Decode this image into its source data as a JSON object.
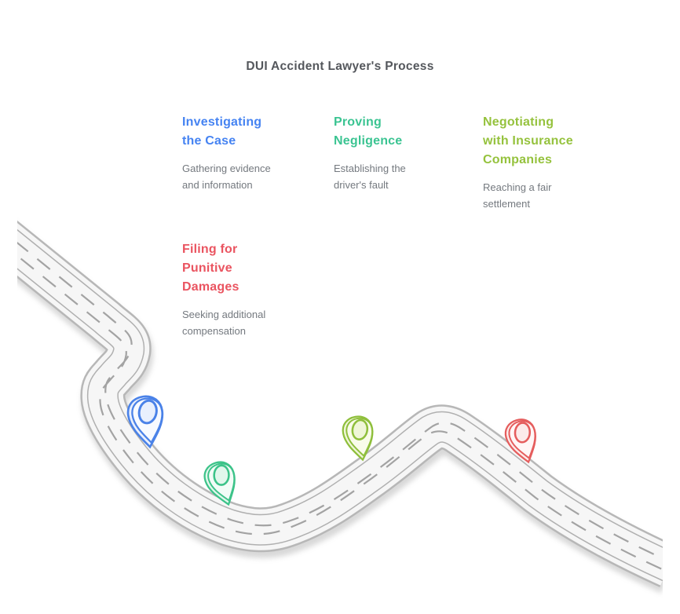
{
  "title": "DUI Accident Lawyer's Process",
  "title_color": "#54575c",
  "body_color": "#74797f",
  "road": {
    "surface": "#f6f6f6",
    "border": "#b7b7b7",
    "markings": "#a3a3a3"
  },
  "steps": [
    {
      "heading": "Investigating\nthe Case",
      "description": "Gathering evidence\nand information",
      "accent_color": "#4583f2",
      "pin": {
        "stroke": "#4a82e8",
        "fill": "#e9f0fd",
        "highlight": "#f7faff"
      }
    },
    {
      "heading": "Proving\nNegligence",
      "description": "Establishing the\ndriver's fault",
      "accent_color": "#3bc492",
      "pin": {
        "stroke": "#3cc389",
        "fill": "#e1f7ec",
        "highlight": "#f2fcf7"
      }
    },
    {
      "heading": "Negotiating\nwith Insurance\nCompanies",
      "description": "Reaching a fair\nsettlement",
      "accent_color": "#95c23d",
      "pin": {
        "stroke": "#8fbf3c",
        "fill": "#eff6d8",
        "highlight": "#f9fcea"
      }
    },
    {
      "heading": "Filing for\nPunitive\nDamages",
      "description": "Seeking additional\ncompensation",
      "accent_color": "#ea5460",
      "pin": {
        "stroke": "#e55d5d",
        "fill": "#fcebea",
        "highlight": "#fff6f6"
      }
    }
  ]
}
